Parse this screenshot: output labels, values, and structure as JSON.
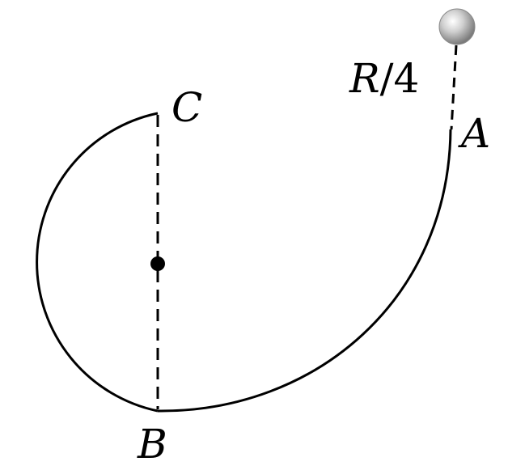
{
  "labels": {
    "point_a": "A",
    "point_b": "B",
    "point_c": "C",
    "height_r": "R",
    "height_rest": "/4"
  },
  "colors": {
    "stroke": "#000000",
    "ball_highlight": "#ffffff",
    "ball_mid": "#c8c8c8",
    "ball_shadow": "#7a7a7a"
  }
}
